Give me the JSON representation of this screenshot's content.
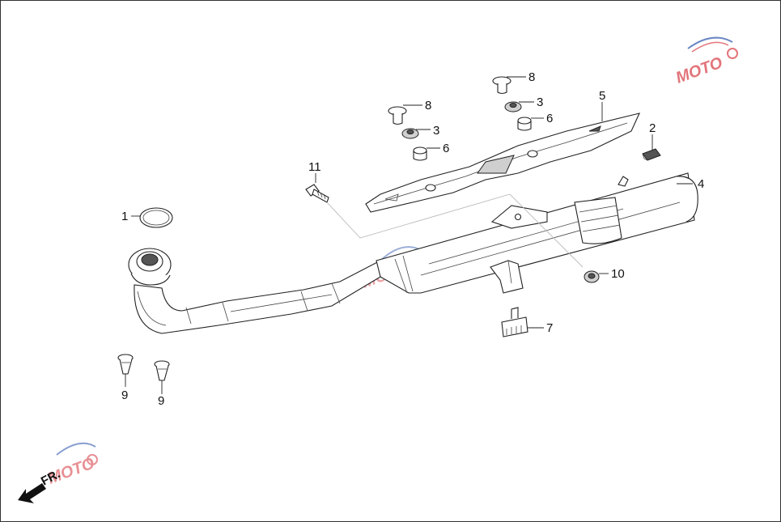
{
  "diagram": {
    "parts": [
      {
        "id": "p1",
        "number": "1"
      },
      {
        "id": "p2",
        "number": "2"
      },
      {
        "id": "p3a",
        "number": "3"
      },
      {
        "id": "p3b",
        "number": "3"
      },
      {
        "id": "p4",
        "number": "4"
      },
      {
        "id": "p5",
        "number": "5"
      },
      {
        "id": "p6a",
        "number": "6"
      },
      {
        "id": "p6b",
        "number": "6"
      },
      {
        "id": "p7",
        "number": "7"
      },
      {
        "id": "p8a",
        "number": "8"
      },
      {
        "id": "p8b",
        "number": "8"
      },
      {
        "id": "p9a",
        "number": "9"
      },
      {
        "id": "p9b",
        "number": "9"
      },
      {
        "id": "p10",
        "number": "10"
      },
      {
        "id": "p11",
        "number": "11"
      }
    ],
    "front_indicator": "FR.",
    "watermark_text": "MOTO"
  },
  "colors": {
    "line": "#222222",
    "watermark_red": "#d9474f",
    "watermark_blue": "#3a5fb0"
  }
}
